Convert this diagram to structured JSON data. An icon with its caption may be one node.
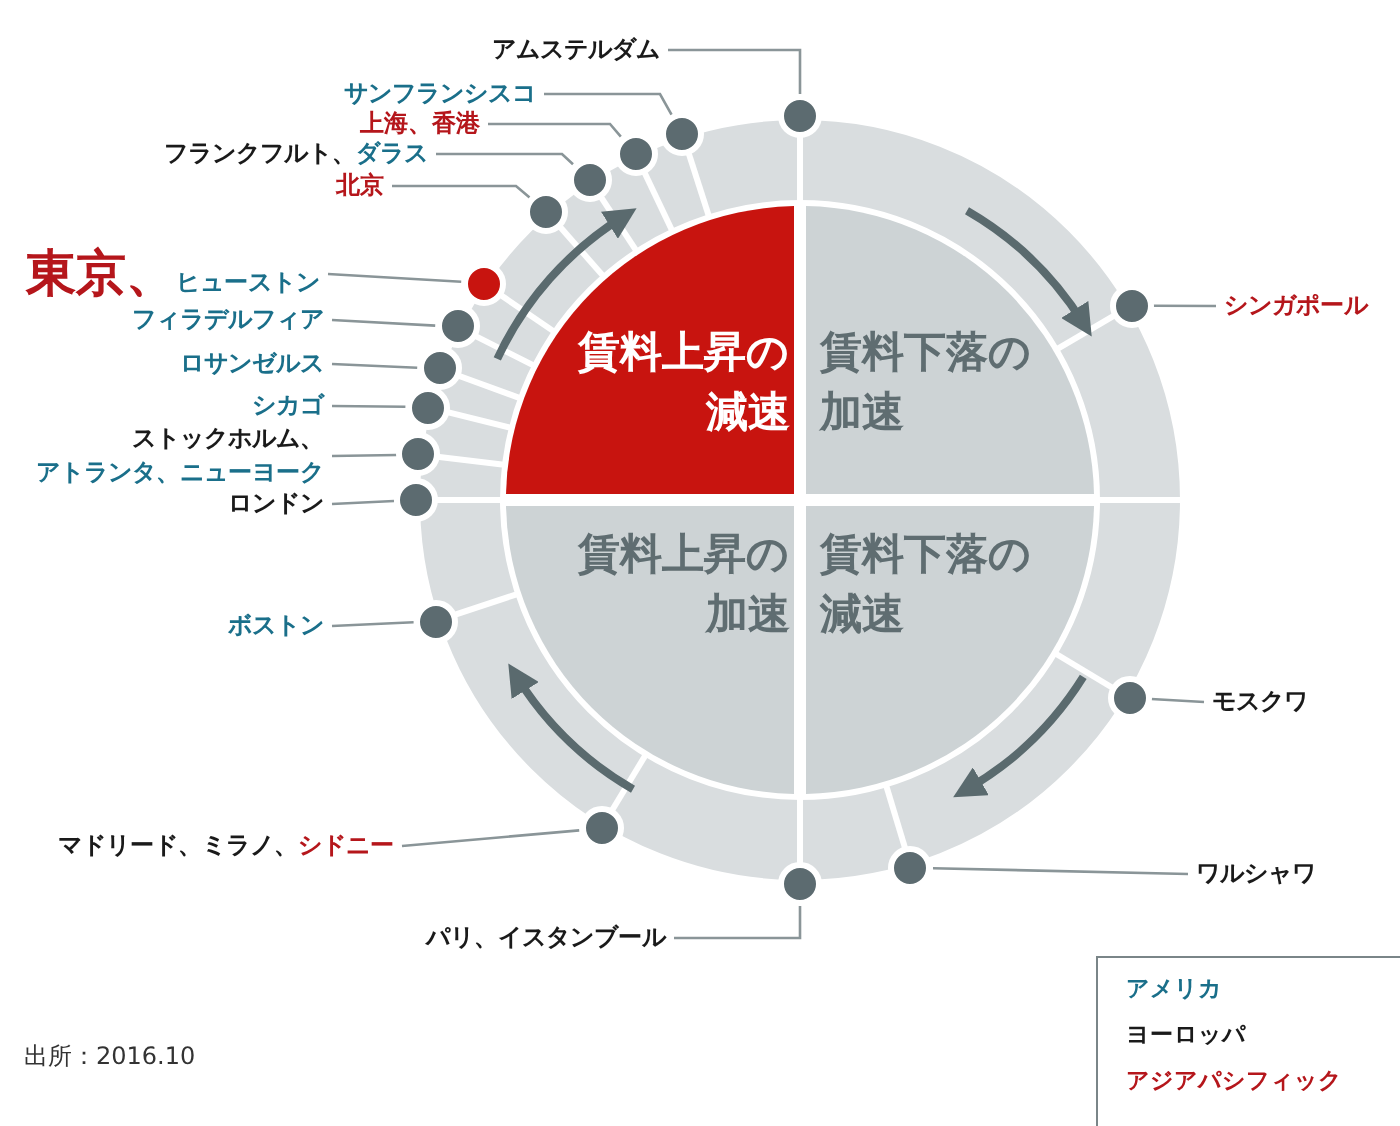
{
  "diagram": {
    "nodes": [
      {
        "text": [
          "賃料上昇の減速"
        ]
      },
      {
        "text": [
          "賃料下落の加速"
        ]
      },
      {
        "text": [
          "賃料上昇の加速"
        ]
      },
      {
        "text": [
          "賃料下落の減速"
        ]
      },
      {
        "text": [
          "アムステルダム"
        ]
      },
      {
        "text": [],
        "shape": "circle"
      },
      {
        "text": [
          "サンフランシスコ"
        ]
      },
      {
        "text": [],
        "shape": "circle"
      },
      {
        "text": [
          "上海、香港"
        ]
      },
      {
        "text": [],
        "shape": "circle"
      },
      {
        "text": [
          "フランクフルト、",
          "ダラス"
        ]
      },
      {
        "text": [],
        "shape": "circle"
      },
      {
        "text": [
          "北京"
        ]
      },
      {
        "text": [],
        "shape": "circle"
      },
      {
        "text": [
          "東京、",
          "ヒューストン"
        ]
      },
      {
        "text": [],
        "shape": "circle"
      },
      {
        "text": [
          "フィラデルフィア"
        ]
      },
      {
        "text": [],
        "shape": "circle"
      },
      {
        "text": [
          "ロサンゼルス"
        ]
      },
      {
        "text": [],
        "shape": "circle"
      },
      {
        "text": [
          "シカゴ"
        ]
      },
      {
        "text": [],
        "shape": "circle"
      },
      {
        "text": [
          "ストックホルム、",
          "アトランタ、ニューヨーク"
        ]
      },
      {
        "text": [],
        "shape": "circle"
      },
      {
        "text": [
          "ロンドン"
        ]
      },
      {
        "text": [],
        "shape": "circle"
      },
      {
        "text": [
          "シンガポール"
        ]
      },
      {
        "text": [],
        "shape": "circle"
      },
      {
        "text": [
          "ボストン"
        ]
      },
      {
        "text": [],
        "shape": "circle"
      },
      {
        "text": [
          "モスクワ"
        ]
      },
      {
        "text": [],
        "shape": "circle"
      },
      {
        "text": [
          "マドリード、ミラノ、",
          "シドニー"
        ]
      },
      {
        "text": [],
        "shape": "circle"
      },
      {
        "text": [
          "ワルシャワ"
        ]
      },
      {
        "text": [],
        "shape": "circle"
      },
      {
        "text": [
          "パリ、イスタンブール"
        ]
      },
      {
        "text": [],
        "shape": "circle"
      }
    ],
    "edges": [
      {
        "from": 4,
        "to": 5,
        "arrow": "none"
      },
      {
        "from": 6,
        "to": 7,
        "arrow": "none"
      },
      {
        "from": 8,
        "to": 9,
        "arrow": "none"
      },
      {
        "from": 10,
        "to": 11,
        "arrow": "none"
      },
      {
        "from": 12,
        "to": 13,
        "arrow": "none"
      },
      {
        "from": 14,
        "to": 15,
        "arrow": "none"
      },
      {
        "from": 16,
        "to": 17,
        "arrow": "none"
      },
      {
        "from": 18,
        "to": 19,
        "arrow": "none"
      },
      {
        "from": 20,
        "to": 21,
        "arrow": "none"
      },
      {
        "from": 22,
        "to": 23,
        "arrow": "none"
      },
      {
        "from": 24,
        "to": 25,
        "arrow": "none"
      },
      {
        "from": 26,
        "to": 27,
        "arrow": "none"
      },
      {
        "from": 28,
        "to": 29,
        "arrow": "none"
      },
      {
        "from": 30,
        "to": 31,
        "arrow": "none"
      },
      {
        "from": 32,
        "to": 33,
        "arrow": "none"
      },
      {
        "from": 34,
        "to": 35,
        "arrow": "none"
      },
      {
        "from": 36,
        "to": 37,
        "arrow": "none"
      }
    ],
    "labels": [
      "出所：2016.10"
    ],
    "legend": [
      {
        "text": "アメリカ",
        "color": "#1a6f8a"
      },
      {
        "text": "ヨーロッパ",
        "color": "#1a1a1a"
      },
      {
        "text": "アジアパシフィック",
        "color": "#b5161b"
      }
    ]
  }
}
